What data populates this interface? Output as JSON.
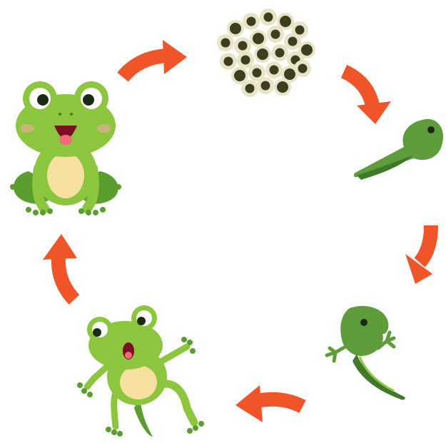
{
  "diagram": {
    "stages": [
      {
        "id": "eggs",
        "icon": "frog-eggs-icon"
      },
      {
        "id": "tadpole",
        "icon": "tadpole-icon"
      },
      {
        "id": "tadpole-with-legs",
        "icon": "tadpole-with-legs-icon"
      },
      {
        "id": "froglet",
        "icon": "froglet-icon"
      },
      {
        "id": "adult-frog",
        "icon": "adult-frog-icon"
      }
    ],
    "arrows": [
      {
        "from": "eggs",
        "to": "tadpole"
      },
      {
        "from": "tadpole",
        "to": "tadpole-with-legs"
      },
      {
        "from": "tadpole-with-legs",
        "to": "froglet"
      },
      {
        "from": "froglet",
        "to": "adult-frog"
      },
      {
        "from": "adult-frog",
        "to": "eggs"
      }
    ],
    "colors": {
      "arrow": "#f0552a",
      "frog_green": "#8cc63f",
      "frog_dark": "#5a9e2f",
      "frog_belly": "#f5e0a0",
      "egg_jelly": "#e9e4c8",
      "egg_yolk": "#3b3f20",
      "tadpole_green": "#5f9d3c",
      "tadpole_dark": "#3f7a2a"
    }
  }
}
